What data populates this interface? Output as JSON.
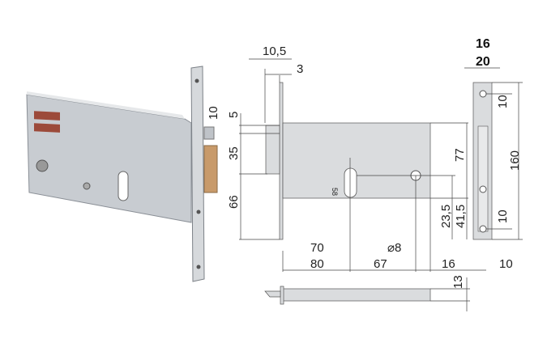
{
  "photo": {
    "subject": "mortise-lock"
  },
  "drawing": {
    "dimensions": {
      "faceplate_offset": "10,5",
      "faceplate_thickness": "3",
      "latch_top": "10",
      "latch_gap": "5",
      "latch_height": "35",
      "latch_to_bottom": "66",
      "backset_70": "70",
      "backset_80": "80",
      "key_to_hole": "67",
      "hole_diameter": "⌀8",
      "hole_to_back": "16",
      "faceplate_edge": "10",
      "case_height": "77",
      "hole_height": "23,5",
      "key_height": "41,5",
      "faceplate_length": "160",
      "screw_top": "10",
      "screw_bottom": "10",
      "faceplate_width_16": "16",
      "faceplate_width_20": "20",
      "case_thickness": "13",
      "key_mark": "58"
    },
    "colors": {
      "case": "#dadcde",
      "line": "#444444",
      "brass": "#c89a6a"
    }
  }
}
